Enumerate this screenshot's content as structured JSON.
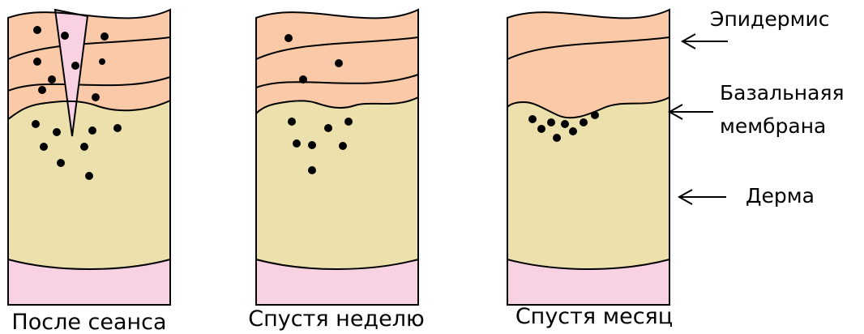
{
  "colors": {
    "epidermis": "#f9c9a8",
    "dermis": "#ece1ad",
    "subcutis": "#f8d2e3",
    "pigment": "#000000",
    "outline": "#000000"
  },
  "panels": [
    {
      "id": "after-session",
      "caption": "После сеанса",
      "stage": "after-session"
    },
    {
      "id": "after-week",
      "caption": "Спустя неделю",
      "stage": "after-week"
    },
    {
      "id": "after-month",
      "caption": "Спустя месяц",
      "stage": "after-month"
    }
  ],
  "labels": {
    "epidermis": "Эпидермис",
    "basal_membrane_line1": "Базальнаяя",
    "basal_membrane_line2": "мембрана",
    "dermis": "Дерма"
  }
}
